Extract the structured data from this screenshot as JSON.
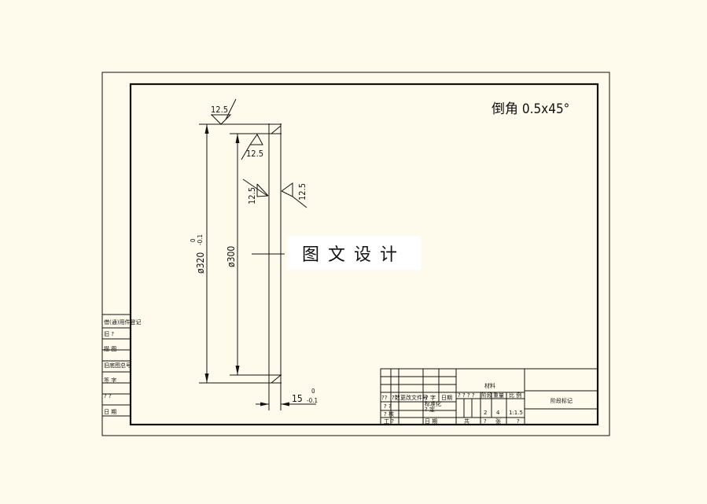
{
  "drawing": {
    "note": "倒角  0.5x45°",
    "roughness": [
      "12.5",
      "12.5",
      "12.5",
      "12.5"
    ],
    "dim_outer": {
      "value": "ø320",
      "upper": "0",
      "lower": "-0.1"
    },
    "dim_inner": {
      "value": "ø300"
    },
    "dim_width": {
      "value": "15",
      "upper": "0",
      "lower": "-0.1"
    }
  },
  "watermark": "图文设计",
  "title_block": {
    "material": "材料",
    "drawing_name": "阶段标记",
    "header_cells": [
      "??",
      "?数",
      "更改文件号",
      "? 字",
      "日期"
    ],
    "left_cells": [
      "? ?",
      "? 核",
      "工 ?",
      "标准化",
      "? 定",
      "日 期"
    ],
    "stage_label": "? ? ? ?",
    "weight_label": "重量",
    "scale_label": "比 例",
    "stage_label2": "阶段",
    "weight_value": "4",
    "stage_value": "2",
    "scale_value": "1:1.5",
    "bottom_cells": [
      "共",
      "?",
      "张",
      "?"
    ]
  },
  "side_table": {
    "cells": [
      "借(通)用件登记",
      "旧 ?",
      "描 图",
      "旧底图总号",
      "签 字",
      "? ?",
      "日 期"
    ]
  }
}
